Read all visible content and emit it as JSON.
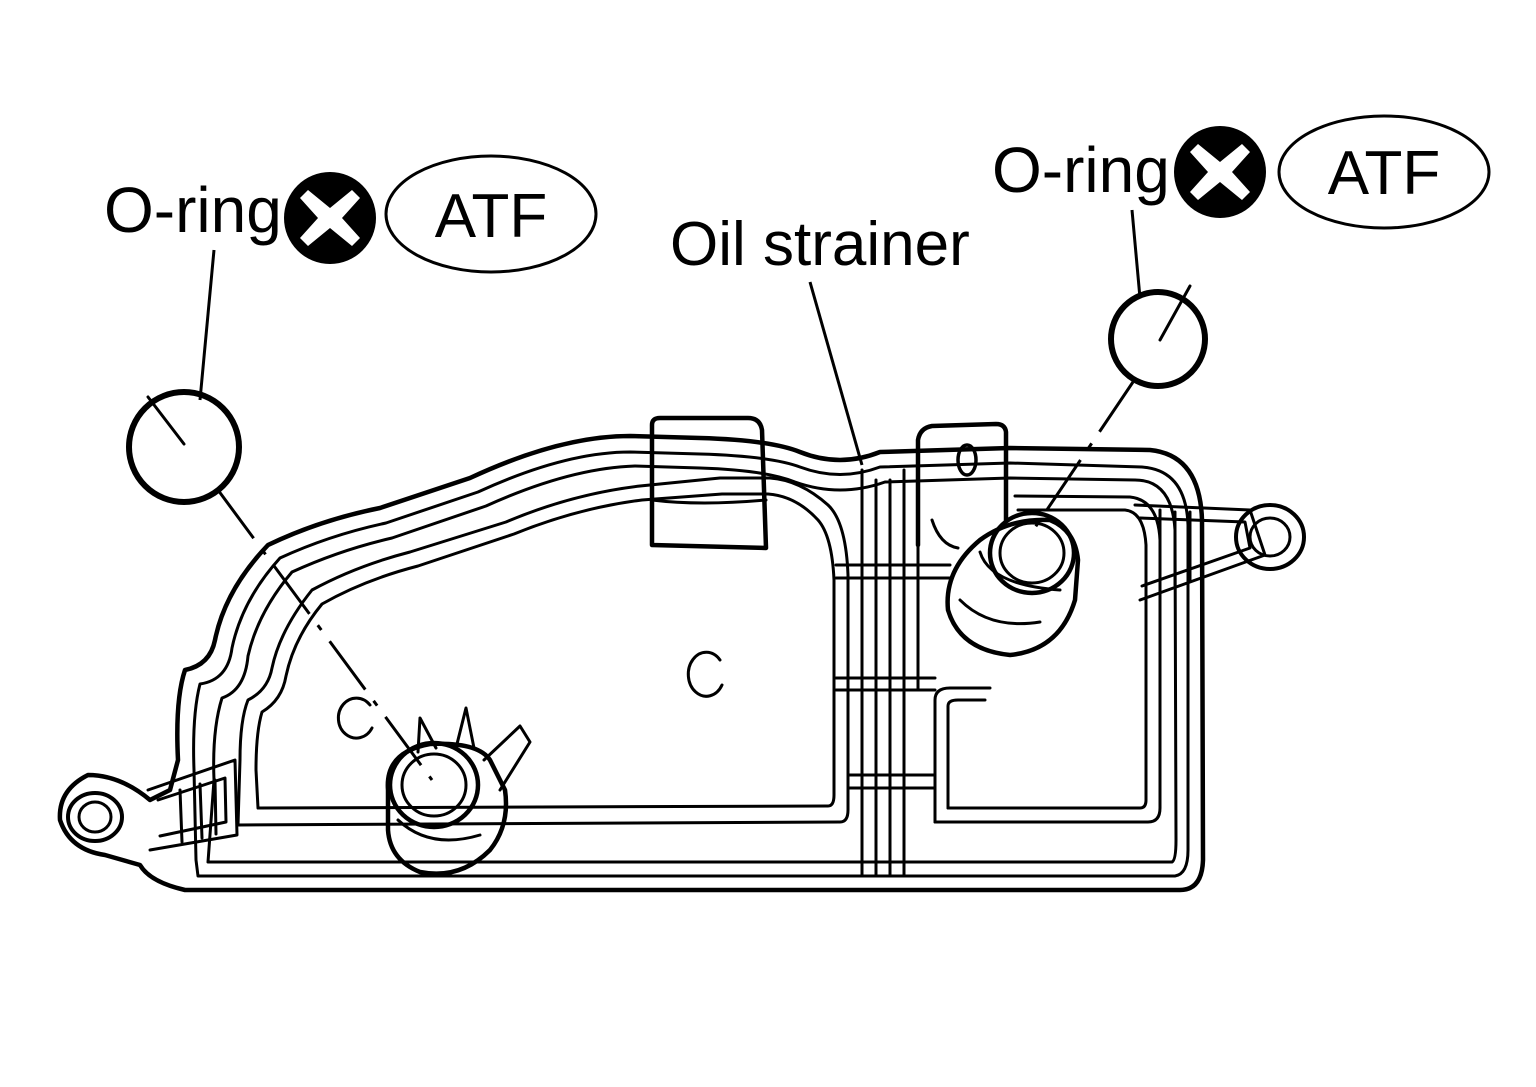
{
  "labels": {
    "left_oring": "O-ring",
    "left_atf": "ATF",
    "right_oring": "O-ring",
    "right_atf": "ATF",
    "strainer": "Oil strainer"
  },
  "icons": {
    "replace_symbol": "x-in-black-circle-icon"
  },
  "colors": {
    "ink": "#000000",
    "paper": "#ffffff"
  }
}
